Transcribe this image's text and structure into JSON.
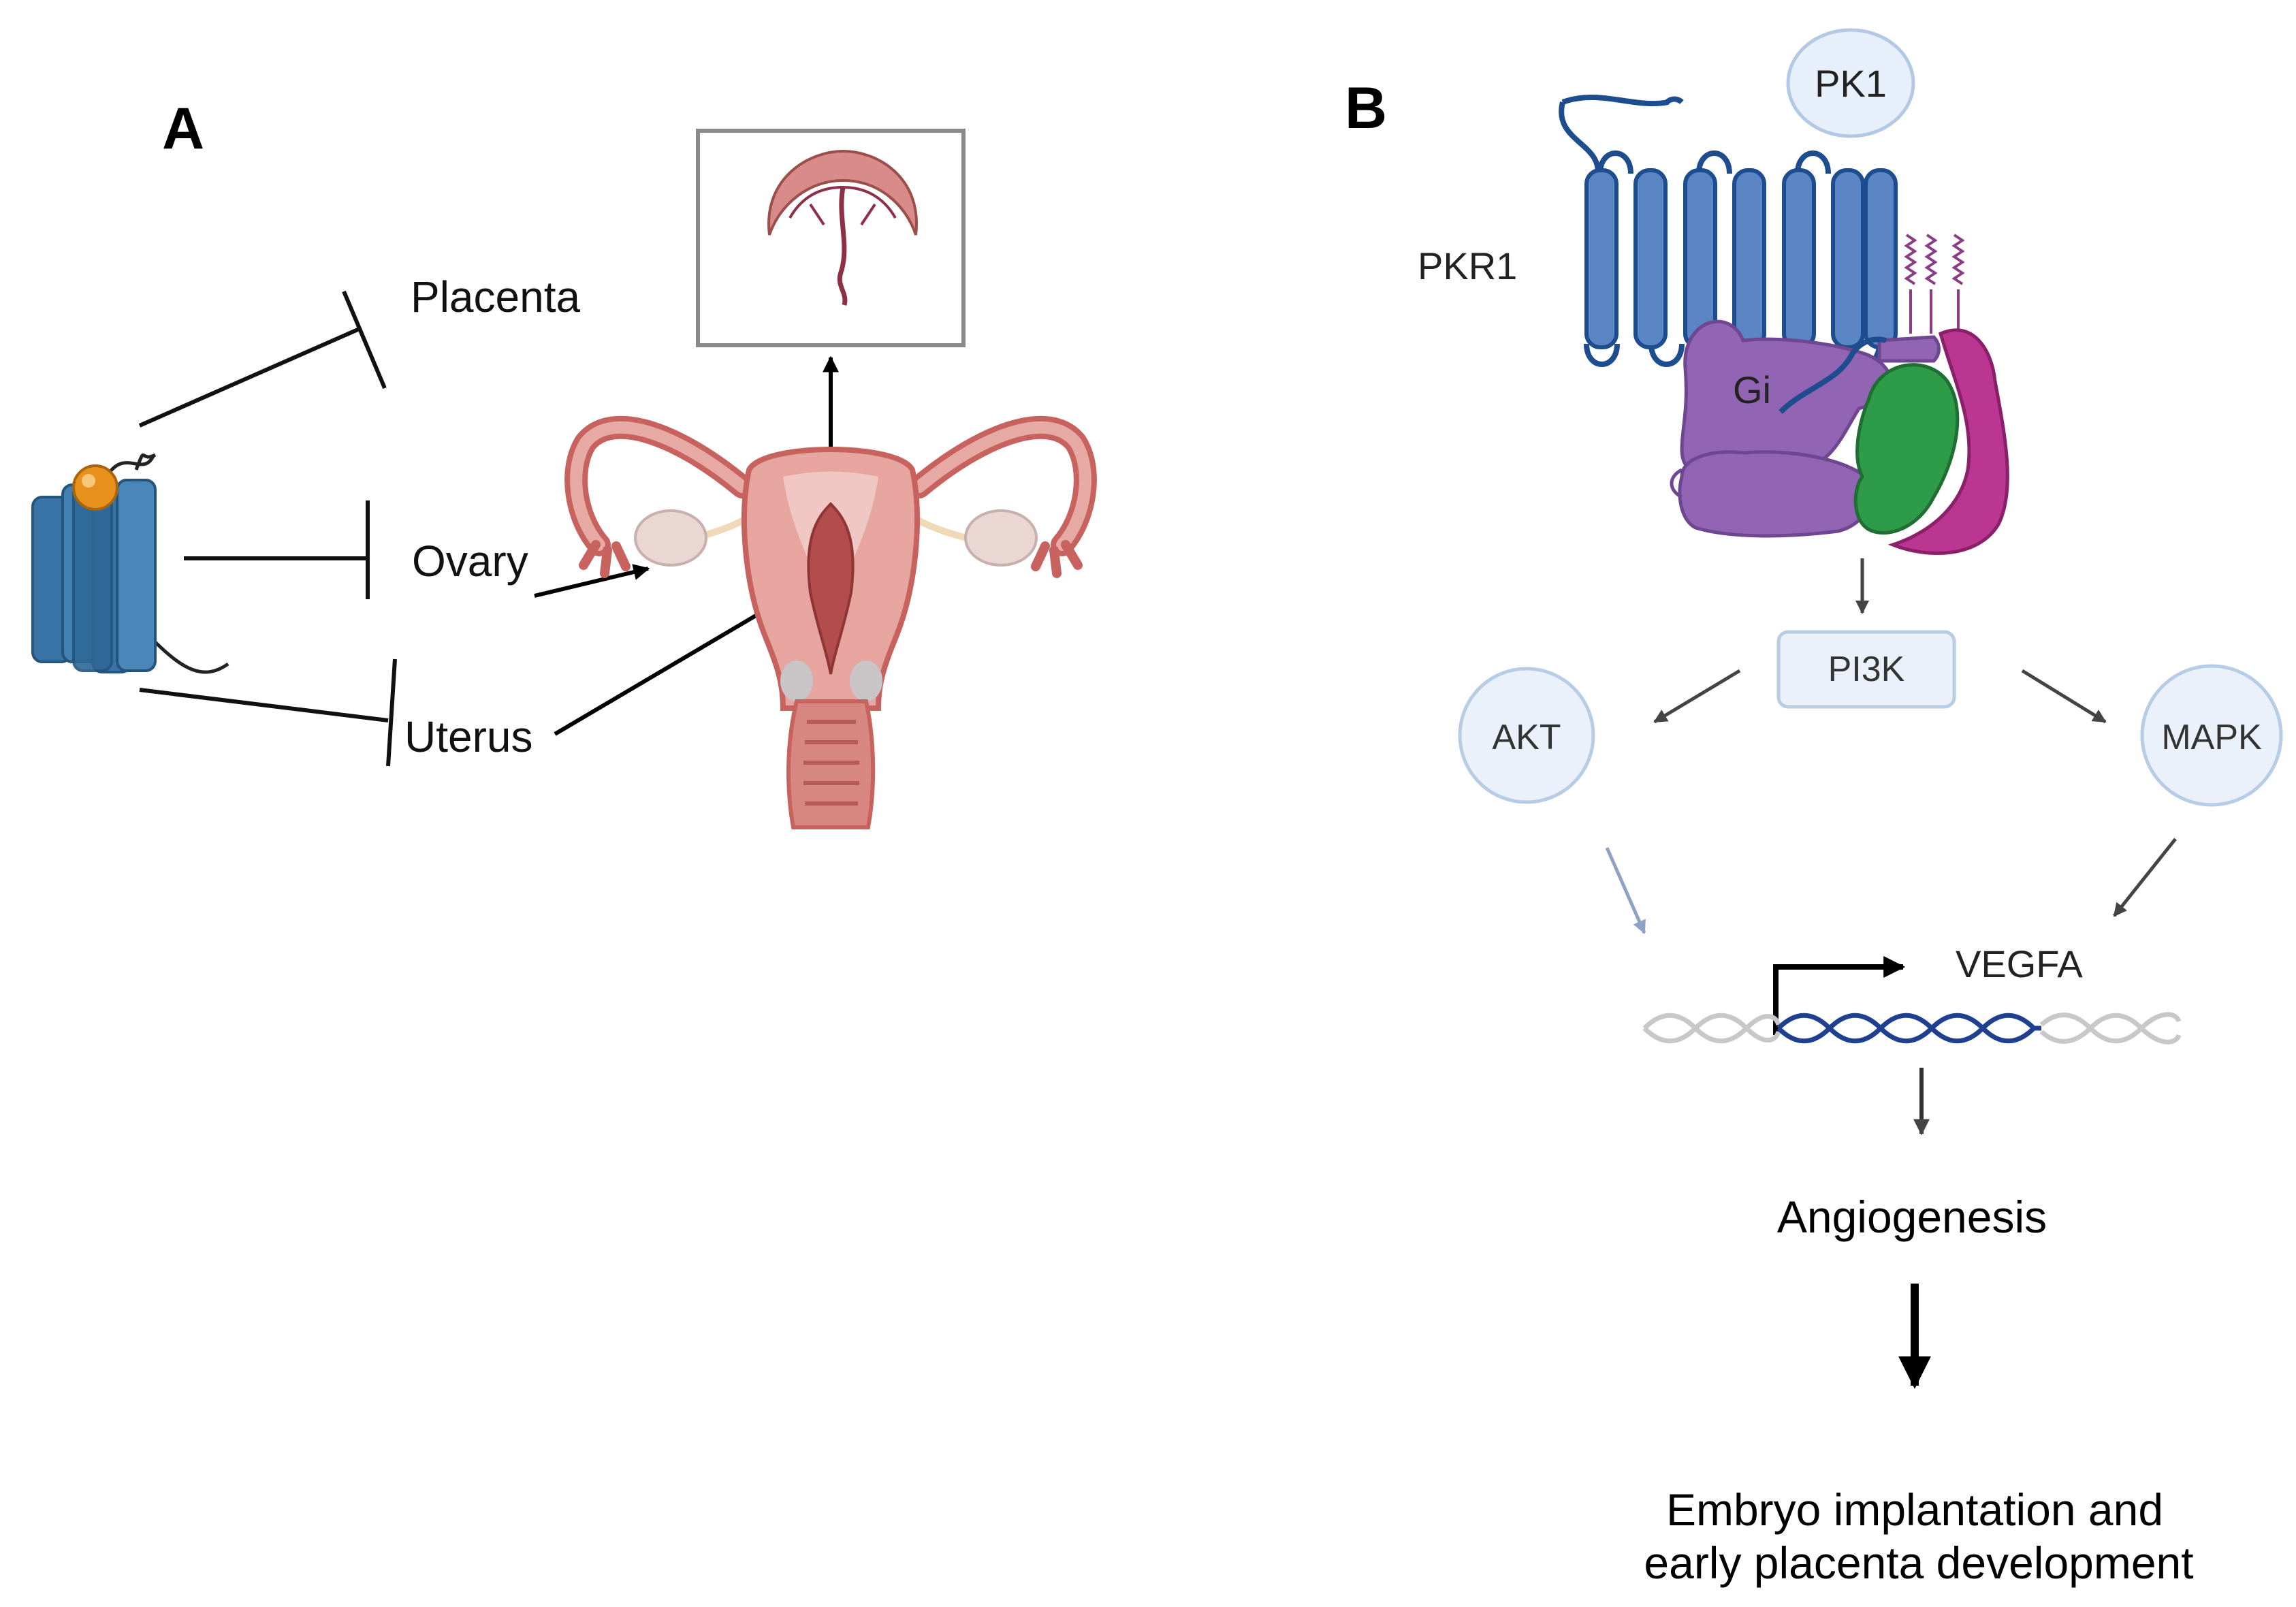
{
  "panel_a": {
    "letter": "A",
    "targets": {
      "placenta": "Placenta",
      "ovary": "Ovary",
      "uterus": "Uterus"
    }
  },
  "panel_b": {
    "letter": "B",
    "ligand": "PK1",
    "receptor": "PKR1",
    "g_protein": "Gi",
    "nodes": {
      "pi3k": "PI3K",
      "akt": "AKT",
      "mapk": "MAPK"
    },
    "gene": "VEGFA",
    "outcome": "Angiogenesis",
    "final_outcome": {
      "line1": "Embryo implantation and",
      "line2": "early placenta development"
    }
  },
  "colors": {
    "receptor_blue": "#5b86c5",
    "gpcr_blue": "#3d78a8",
    "ligand_orange": "#e8901c",
    "gi_purple": "#9264b4",
    "green_subunit": "#2e9b48",
    "magenta_subunit": "#bb3691",
    "node_fill": "#eaf1fb",
    "node_stroke": "#b7cde6",
    "uterus_pink": "#e3a19b",
    "uterus_dark": "#c2605b",
    "dna_blue": "#1f3f8f",
    "dna_gray": "#c8c8c8"
  }
}
